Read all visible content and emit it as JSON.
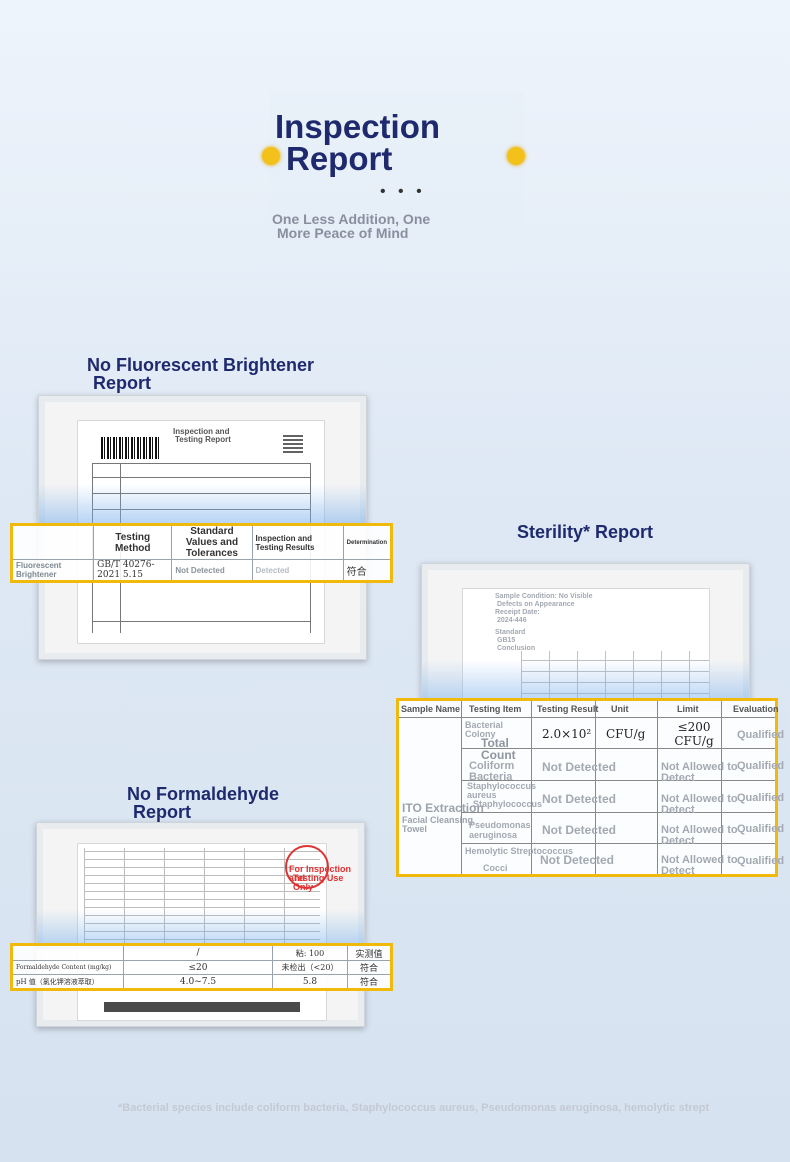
{
  "header": {
    "title_line1": "Inspection",
    "title_line2": "Report",
    "dots": "• • •",
    "slogan_line1": "One Less Addition, One",
    "slogan_line2": "More Peace of Mind"
  },
  "fluorescent": {
    "title_line1": "No Fluorescent Brightener",
    "title_line2": "Report",
    "doc_heading_line1": "Inspection and",
    "doc_heading_line2": "Testing Report",
    "table": {
      "col_sample": "",
      "col_method": "Testing Method",
      "col_standard": "Standard Values and Tolerances",
      "col_results": "Inspection and Testing Results",
      "col_determination": "Determination",
      "row_name": "Fluorescent Brightener",
      "row_method": "GB/T 40276-2021 5.15",
      "row_standard": "Not Detected",
      "row_results": "Detected",
      "row_verdict": "符合"
    }
  },
  "sterility": {
    "title": "Sterility* Report",
    "doc_lines": [
      "Sample Condition: No Visible",
      "Defects on Appearance",
      "Receipt Date:",
      "2024-446",
      "Standard",
      "GB15",
      "Conclusion"
    ],
    "table": {
      "headers": [
        "Sample Name",
        "Testing Item",
        "Testing Result",
        "Unit",
        "Limit",
        "Evaluation"
      ],
      "sample_name_1": "ITO Extraction",
      "sample_name_2": "Facial Cleansing Towel",
      "rows": [
        {
          "item": "Bacterial Colony",
          "item2": "Total Count",
          "result": "2.0×10²",
          "unit": "CFU/g",
          "limit": "≤200 CFU/g",
          "evaluation": "Qualified"
        },
        {
          "item": "Coliform Bacteria",
          "item2": "",
          "result": "Not Detected",
          "unit": "",
          "limit": "Not Allowed to Detect",
          "evaluation": "Qualified"
        },
        {
          "item": "Staphylococcus aureus",
          "item2": "Staphylococcus",
          "result": "Not Detected",
          "unit": "",
          "limit": "Not Allowed to Detect",
          "evaluation": "Qualified"
        },
        {
          "item": "Pseudomonas aeruginosa",
          "item2": "",
          "result": "Not Detected",
          "unit": "",
          "limit": "Not Allowed to Detect",
          "evaluation": "Qualified"
        },
        {
          "item": "Hemolytic Streptococcus",
          "item2": "Cocci",
          "result": "Not Detected",
          "unit": "",
          "limit": "Not Allowed to Detect",
          "evaluation": "Qualified"
        }
      ]
    }
  },
  "formaldehyde": {
    "title_line1": "No Formaldehyde",
    "title_line2": "Report",
    "stamp_text_line1": "For Inspection and",
    "stamp_text_line2": "Testing Use Only",
    "table": {
      "r0c1": "/",
      "r0c2": "粘: 100",
      "r0c3": "实测值",
      "r1c0": "Formaldehyde Content (mg/kg)",
      "r1c1": "≤20",
      "r1c2": "未检出（<20）",
      "r1c3": "符合",
      "r2c0": "pH 值（氯化钾溶液萃取）",
      "r2c1": "4.0~7.5",
      "r2c2": "5.8",
      "r2c3": "符合"
    }
  },
  "footnote": "*Bacterial species include coliform bacteria, Staphylococcus aureus, Pseudomonas aeruginosa, hemolytic strept"
}
